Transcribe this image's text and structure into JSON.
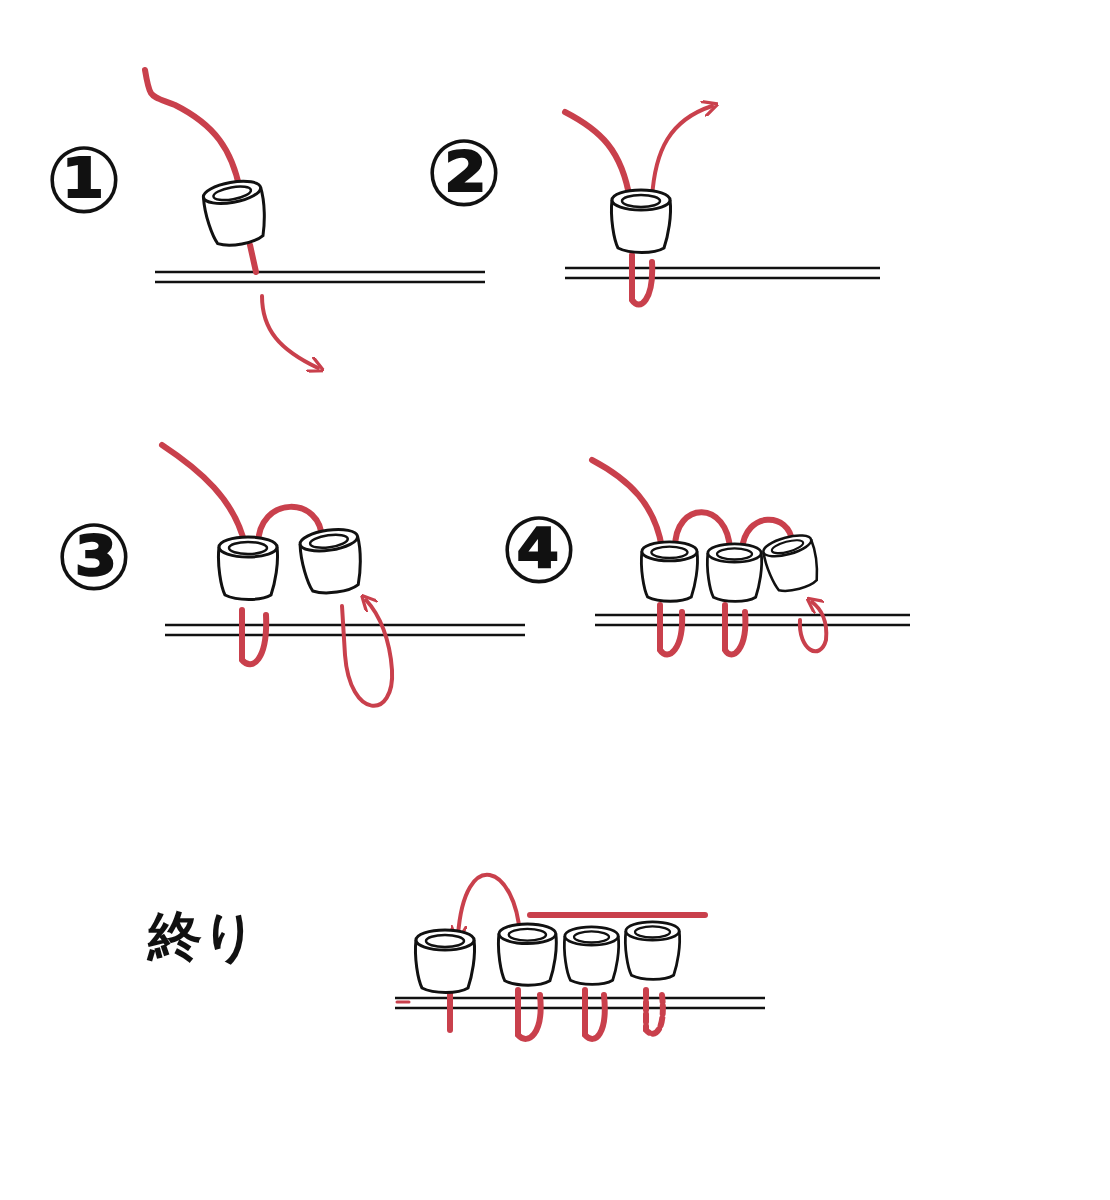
{
  "diagram": {
    "labels": [
      "①",
      "②",
      "③",
      "④",
      "終り"
    ]
  }
}
